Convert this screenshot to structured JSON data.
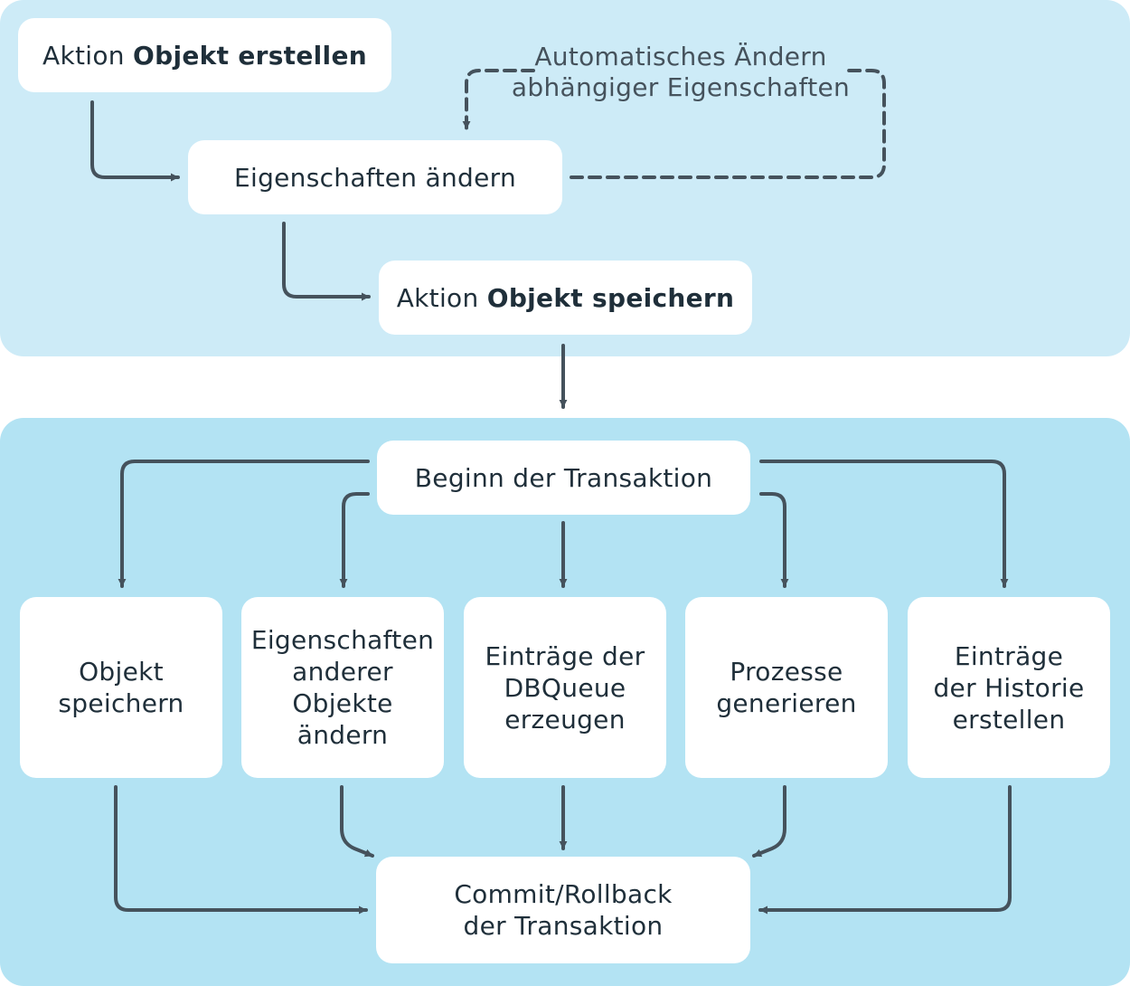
{
  "top": {
    "create": {
      "prefix": "Aktion ",
      "bold": "Objekt erstellen"
    },
    "change": "Eigenschaften ändern",
    "save": {
      "prefix": "Aktion ",
      "bold": "Objekt speichern"
    },
    "loop_label": "Automatisches Ändern\nabhängiger Eigenschaften"
  },
  "bottom": {
    "begin": "Beginn der Transaktion",
    "steps": [
      "Objekt\nspeichern",
      "Eigenschaften\nanderer\nObjekte\nändern",
      "Einträge der\nDBQueue\nerzeugen",
      "Prozesse\ngenerieren",
      "Einträge\nder Historie\nerstellen"
    ],
    "commit": "Commit/Rollback\nder Transaktion"
  },
  "colors": {
    "panel_top": "#cdebf7",
    "panel_bottom": "#b3e3f3",
    "box": "#ffffff",
    "connector": "#45525c",
    "text": "#1f2f3a"
  }
}
